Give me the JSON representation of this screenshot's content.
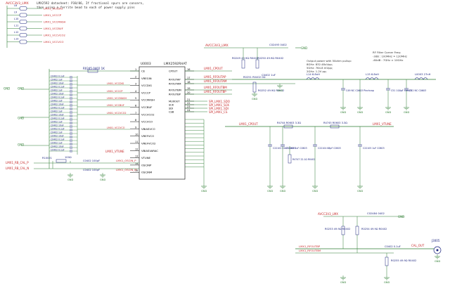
{
  "colors": {
    "wire": "#2e7d32",
    "net": "#c62828",
    "comp": "#1a237e",
    "text": "#222222",
    "gnd": "#2e7d32"
  },
  "header": {
    "rail_top": "AVCC3V3_LMX",
    "note_line1": "LMX2592 datasheet: P38/86, If fractional spurs are concern,",
    "note_line2": "then using a ferrite bead to each of power supply pins"
  },
  "ferrites": [
    {
      "ref": "L8",
      "net": "LMX1_VCCDIG"
    },
    {
      "ref": "L9",
      "net": "LMX1_VCCCP"
    },
    {
      "ref": "L10",
      "net": "LMX1_VCCMASH"
    },
    {
      "ref": "L11",
      "net": "LMX1_VCCBUF"
    },
    {
      "ref": "L12",
      "net": "LMX1_VCCVCO2"
    },
    {
      "ref": "L13",
      "net": "LMX1_VCCVCO"
    }
  ],
  "ic": {
    "ref": "U0003",
    "part": "LMX2592RHAT",
    "left_pins": [
      {
        "num": "1",
        "name": "CE"
      },
      {
        "num": "2",
        "name": "VREGIN"
      },
      {
        "num": "3",
        "name": "VCCDIG"
      },
      {
        "num": "4",
        "name": "VCCCP"
      },
      {
        "num": "5",
        "name": "VCCMASH"
      },
      {
        "num": "6",
        "name": "VCCBUF"
      },
      {
        "num": "7",
        "name": "VCCVCO2"
      },
      {
        "num": "8",
        "name": "VCCVCO"
      },
      {
        "num": "9",
        "name": "VBIASVCO"
      },
      {
        "num": "10",
        "name": "VREFVCO"
      },
      {
        "num": "11",
        "name": "VREFVCO2"
      },
      {
        "num": "12",
        "name": "VBIASVARAC"
      },
      {
        "num": "13",
        "name": "VTUNE"
      },
      {
        "num": "14",
        "name": "OSCINP"
      },
      {
        "num": "15",
        "name": "OSCINM"
      }
    ],
    "right_pins": [
      {
        "num": "16",
        "name": "CPOUT"
      },
      {
        "num": "17",
        "name": "RFOUTAP"
      },
      {
        "num": "18",
        "name": "RFOUTAM"
      },
      {
        "num": "19",
        "name": "RFOUTBM"
      },
      {
        "num": "20",
        "name": "RFOUTBP"
      },
      {
        "num": "21",
        "name": "MUXOUT"
      },
      {
        "num": "22",
        "name": "SCK"
      },
      {
        "num": "23",
        "name": "SDI"
      },
      {
        "num": "24",
        "name": "CSB"
      }
    ]
  },
  "nets": {
    "cpout": "LMX1_CPOUT",
    "rfoutap": "LMX1_RFOUTAP",
    "rfoutam": "LMX1_RFOUTAM",
    "rfoutbm": "LMX1_RFOUTBM",
    "rfoutbp": "LMX1_RFOUTBP",
    "sdo": "SPI_LMX1_SDO",
    "sck": "SPI_LMX1_SCK",
    "sdi": "SPI_LMX1_SDI",
    "cs": "SPI_LMX1_CS",
    "vtune": "LMX1_VTUNE",
    "oscinp": "LMX1_OSCIN_P",
    "oscinm": "LMX1_OSCIN_M",
    "refp": "LMX1_RB_CAL_P",
    "refm": "LMX1_RB_CAL_N",
    "calout": "CAL_OUT",
    "gnd": "GND"
  },
  "notes": {
    "output_power": [
      "Output power with 50ohm pullup:",
      "8GHz: 832.48uVpp;",
      "5GHz: 764.8 mVpp;",
      "2GHz: 1.2V pp;"
    ],
    "rf_filter": [
      "RF Filter Corner Freq:",
      "-3dB  : 100MHz ≈ 120MHz",
      "-60dB : 7GHz  ≈ 10GHz"
    ]
  },
  "components": {
    "r_ce": "R0245  0402  1K",
    "r_top1": "R0249 49.9Ω R0402",
    "r_top2": "R0250 49.9Ω R0402",
    "r_mid1": "R0252 49.9Ω R0402",
    "r_mid2": "R0251 R0402 0Ω",
    "c_top": "C02493 0402",
    "c_dc": "C0402 1uF",
    "l_filter1": "L14 6.8nH",
    "l_filter2": "L15 6.8nH",
    "l_filter3": "L0003 27nH",
    "c_filter1": "C49 NC C0603 Pinchcap",
    "c_filter2": "C51 100pF C0603",
    "c_filter3": "C52 NC C0603",
    "r_loop1": "R4744 R0603 3.3Ω",
    "r_loop2": "R4745 R0603 3.3Ω",
    "r_loop3": "R4747 22.1Ω R0402",
    "c_loop1": "C22102 22nF C0603",
    "c_loop2": "C22103 1uF C0603",
    "c_loop3": "C22104 68pF C0603",
    "c_loop4": "C22105 1uF C0603",
    "r_osc": "R10021",
    "r_osc_val": "100Ω",
    "c_oscp": "C0402  100pF",
    "c_oscm": "C0402  100pF",
    "cal_r1": "R0253 49.9Ω R0402",
    "cal_r2": "R0254 49.9Ω R0402",
    "cal_c": "C02484 0402",
    "cal_c2": "C0402 0.1uF",
    "cal_r3": "R0255 49.9Ω R0402",
    "conn": "J3005"
  },
  "cap_labels": [
    "C0402  0.1uF",
    "C0402  1uF",
    "C0402  10uF"
  ]
}
